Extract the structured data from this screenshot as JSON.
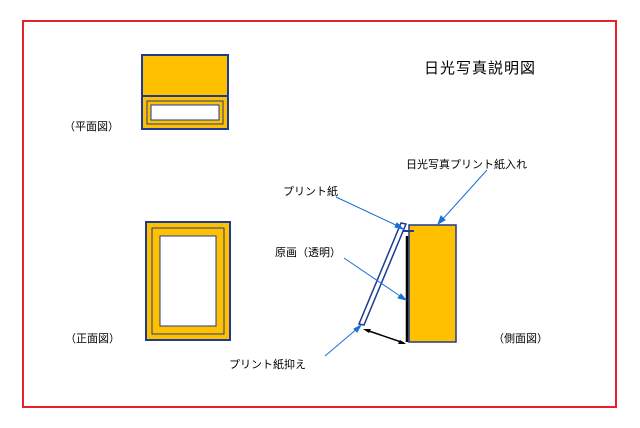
{
  "title": "日光写真説明図",
  "views": {
    "plan": "（平面図）",
    "front": "（正面図）",
    "side": "（側面図）"
  },
  "callouts": {
    "print_box": "日光写真プリント紙入れ",
    "print_paper": "プリント紙",
    "original": "原画（透明）",
    "paper_holder": "プリント紙抑え"
  },
  "colors": {
    "border": "#e8202a",
    "fill": "#ffc000",
    "outline": "#1f3a93",
    "callout": "#1a6fd8",
    "inner": "#ffffff"
  }
}
